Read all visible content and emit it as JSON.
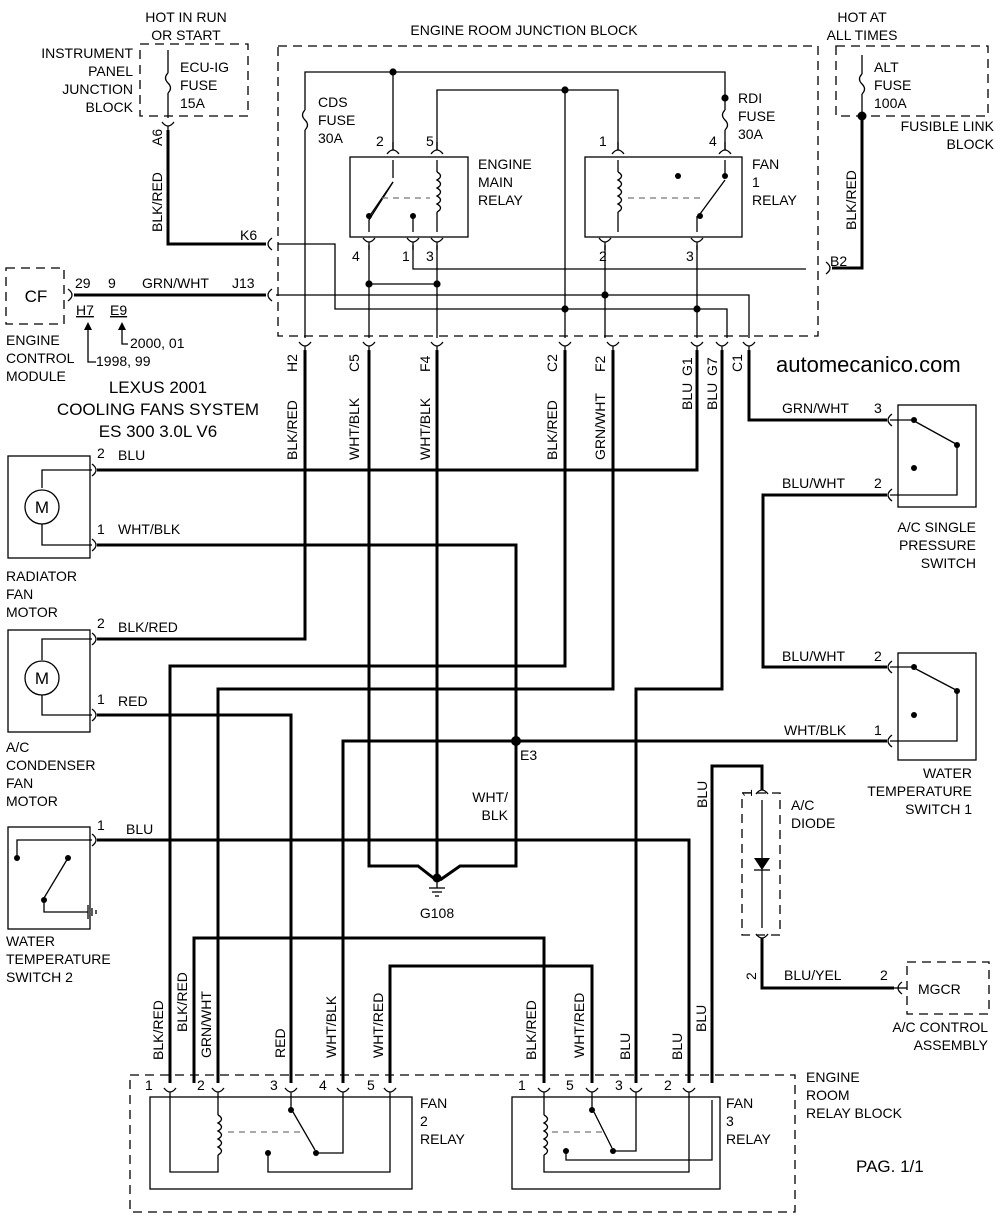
{
  "title": {
    "make": "LEXUS 2001",
    "system": "COOLING FANS SYSTEM",
    "model": "ES 300 3.0L V6"
  },
  "watermark": "automecanico.com",
  "page": "PAG. 1/1",
  "power": {
    "hot_run": [
      "HOT IN RUN",
      "OR START"
    ],
    "hot_always": [
      "HOT AT",
      "ALL TIMES"
    ]
  },
  "blocks": {
    "ipjb": [
      "INSTRUMENT",
      "PANEL",
      "JUNCTION",
      "BLOCK"
    ],
    "erjb": "ENGINE ROOM JUNCTION BLOCK",
    "fusible": [
      "FUSIBLE LINK",
      "BLOCK"
    ],
    "ecm": [
      "ENGINE",
      "CONTROL",
      "MODULE"
    ],
    "ecm_code": "CF",
    "relay_block": [
      "ENGINE",
      "ROOM",
      "RELAY BLOCK"
    ]
  },
  "fuses": {
    "ecu_ig": [
      "ECU-IG",
      "FUSE",
      "15A"
    ],
    "alt": [
      "ALT",
      "FUSE",
      "100A"
    ],
    "cds": [
      "CDS",
      "FUSE",
      "30A"
    ],
    "rdi": [
      "RDI",
      "FUSE",
      "30A"
    ]
  },
  "relays": {
    "engine_main": [
      "ENGINE",
      "MAIN",
      "RELAY"
    ],
    "fan1": [
      "FAN",
      "1",
      "RELAY"
    ],
    "fan2": [
      "FAN",
      "2",
      "RELAY"
    ],
    "fan3": [
      "FAN",
      "3",
      "RELAY"
    ]
  },
  "components": {
    "radiator_motor": [
      "RADIATOR",
      "FAN",
      "MOTOR"
    ],
    "condenser_motor": [
      "A/C",
      "CONDENSER",
      "FAN",
      "MOTOR"
    ],
    "wts2": [
      "WATER",
      "TEMPERATURE",
      "SWITCH 2"
    ],
    "ac_pressure": [
      "A/C SINGLE",
      "PRESSURE",
      "SWITCH"
    ],
    "wts1": [
      "WATER",
      "TEMPERATURE",
      "SWITCH 1"
    ],
    "ac_diode": [
      "A/C",
      "DIODE"
    ],
    "ac_control": [
      "A/C CONTROL",
      "ASSEMBLY"
    ],
    "mgcr": "MGCR",
    "motor_symbol": "M",
    "ground": "G108",
    "splice": "E3",
    "ecm_year_a": "2000, 01",
    "ecm_year_b": "1998, 99"
  },
  "connectors": {
    "A6": "A6",
    "K6": "K6",
    "J13": "J13",
    "B2": "B2",
    "H2": "H2",
    "C5": "C5",
    "F4": "F4",
    "C2": "C2",
    "F2": "F2",
    "G1": "G1",
    "G7": "G7",
    "C1": "C1",
    "H7": "H7",
    "E9": "E9"
  },
  "wire_colors": {
    "blk_red": "BLK/RED",
    "grn_wht": "GRN/WHT",
    "wht_blk": "WHT/BLK",
    "blu": "BLU",
    "blu_wht": "BLU/WHT",
    "blu_yel": "BLU/YEL",
    "red": "RED",
    "wht_red": "WHT/RED",
    "wht_slash": "WHT/",
    "blk": "BLK"
  },
  "pins": {
    "p1": "1",
    "p2": "2",
    "p3": "3",
    "p4": "4",
    "p5": "5",
    "p9": "9",
    "p29": "29"
  }
}
